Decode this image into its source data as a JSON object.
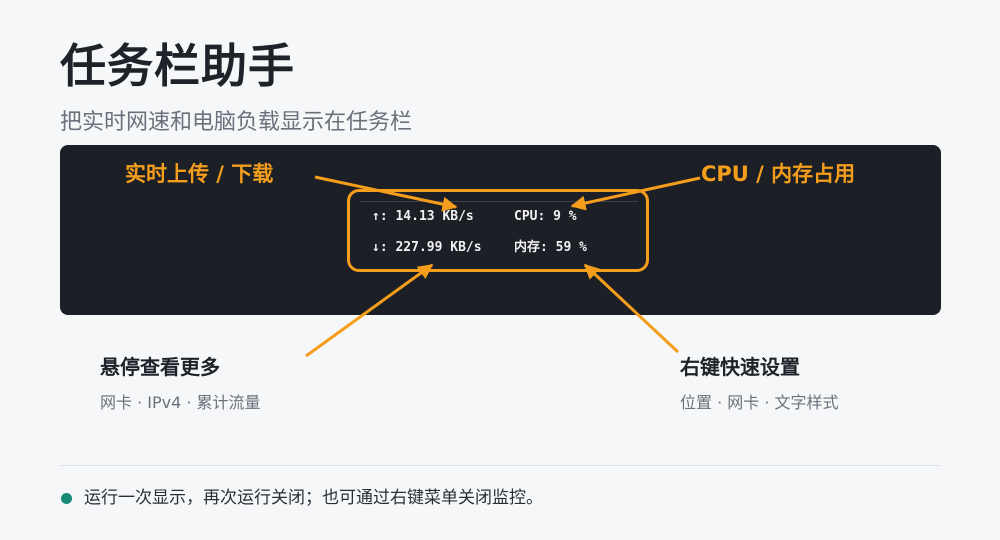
{
  "header": {
    "title": "任务栏助手",
    "subtitle": "把实时网速和电脑负载显示在任务栏"
  },
  "monitor": {
    "upload": "↑: 14.13 KB/s",
    "download": "↓: 227.99 KB/s",
    "cpu": "CPU: 9 %",
    "memory": "内存: 59 %"
  },
  "callouts": {
    "network": "实时上传 / 下载",
    "load": "CPU / 内存占用"
  },
  "features": [
    {
      "title": "悬停查看更多",
      "desc": "网卡 · IPv4 · 累计流量"
    },
    {
      "title": "右键快速设置",
      "desc": "位置 · 网卡 · 文字样式"
    }
  ],
  "footer": {
    "note": "运行一次显示，再次运行关闭；也可通过右键菜单关闭监控。"
  },
  "colors": {
    "accent": "#f59e1b",
    "panel": "#1c1f26",
    "bullet": "#1a8a78"
  }
}
